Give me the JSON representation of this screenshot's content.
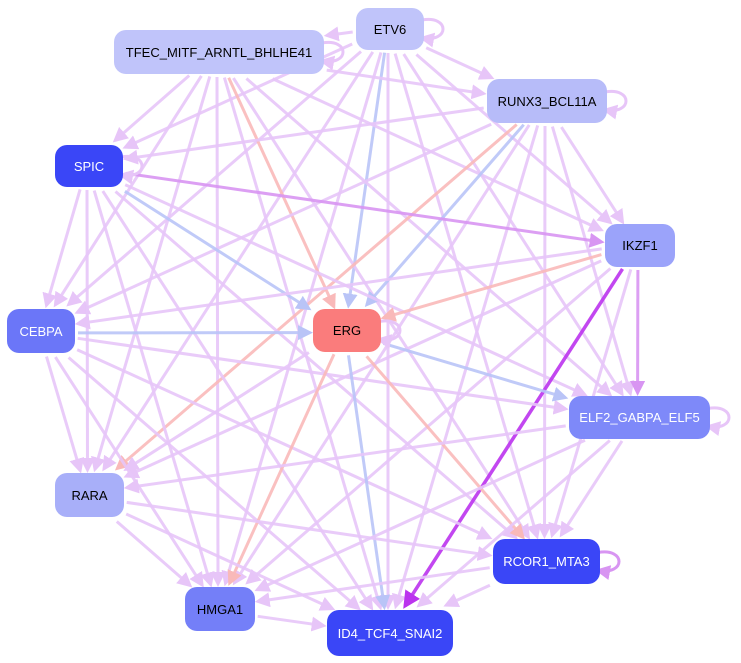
{
  "nodes": [
    {
      "id": "etv6",
      "label": "ETV6",
      "fill": "#c0c4fa",
      "text": "#000000"
    },
    {
      "id": "tfec",
      "label": "TFEC_MITF_ARNTL_BHLHE41",
      "fill": "#c0c4fa",
      "text": "#000000"
    },
    {
      "id": "runx3",
      "label": "RUNX3_BCL11A",
      "fill": "#b7bcf9",
      "text": "#000000"
    },
    {
      "id": "spic",
      "label": "SPIC",
      "fill": "#3a46f7",
      "text": "#ffffff"
    },
    {
      "id": "ikzf1",
      "label": "IKZF1",
      "fill": "#9ba3fa",
      "text": "#000000"
    },
    {
      "id": "cebpa",
      "label": "CEBPA",
      "fill": "#6b76f8",
      "text": "#ffffff"
    },
    {
      "id": "erg",
      "label": "ERG",
      "fill": "#fa7c7c",
      "text": "#000000"
    },
    {
      "id": "elf2",
      "label": "ELF2_GABPA_ELF5",
      "fill": "#7e89f9",
      "text": "#ffffff"
    },
    {
      "id": "rara",
      "label": "RARA",
      "fill": "#a8aff9",
      "text": "#000000"
    },
    {
      "id": "rcor1",
      "label": "RCOR1_MTA3",
      "fill": "#3a46f7",
      "text": "#ffffff"
    },
    {
      "id": "hmga1",
      "label": "HMGA1",
      "fill": "#747ff8",
      "text": "#000000"
    },
    {
      "id": "id4",
      "label": "ID4_TCF4_SNAI2",
      "fill": "#3a46f7",
      "text": "#ffffff"
    }
  ],
  "colors": {
    "edge_default": "#e7c5f8",
    "edge_red": "#f9b9b9",
    "edge_blue": "#b9c4f7",
    "edge_strong": "#bb33ee",
    "edge_medium": "#d895f2"
  },
  "edges": [
    [
      "etv6",
      "tfec",
      "default"
    ],
    [
      "etv6",
      "runx3",
      "default"
    ],
    [
      "etv6",
      "spic",
      "default"
    ],
    [
      "etv6",
      "ikzf1",
      "default"
    ],
    [
      "etv6",
      "cebpa",
      "default"
    ],
    [
      "etv6",
      "erg",
      "blue"
    ],
    [
      "etv6",
      "elf2",
      "default"
    ],
    [
      "etv6",
      "rara",
      "default"
    ],
    [
      "etv6",
      "rcor1",
      "default"
    ],
    [
      "etv6",
      "hmga1",
      "default"
    ],
    [
      "etv6",
      "id4",
      "default"
    ],
    [
      "tfec",
      "runx3",
      "default"
    ],
    [
      "tfec",
      "spic",
      "default"
    ],
    [
      "tfec",
      "ikzf1",
      "default"
    ],
    [
      "tfec",
      "cebpa",
      "default"
    ],
    [
      "tfec",
      "erg",
      "red"
    ],
    [
      "tfec",
      "elf2",
      "default"
    ],
    [
      "tfec",
      "rara",
      "default"
    ],
    [
      "tfec",
      "rcor1",
      "default"
    ],
    [
      "tfec",
      "hmga1",
      "default"
    ],
    [
      "tfec",
      "id4",
      "default"
    ],
    [
      "runx3",
      "spic",
      "default"
    ],
    [
      "runx3",
      "ikzf1",
      "default"
    ],
    [
      "runx3",
      "cebpa",
      "default"
    ],
    [
      "runx3",
      "erg",
      "blue"
    ],
    [
      "runx3",
      "elf2",
      "default"
    ],
    [
      "runx3",
      "rara",
      "red"
    ],
    [
      "runx3",
      "rcor1",
      "default"
    ],
    [
      "runx3",
      "hmga1",
      "default"
    ],
    [
      "runx3",
      "id4",
      "default"
    ],
    [
      "spic",
      "ikzf1",
      "medium"
    ],
    [
      "spic",
      "cebpa",
      "default"
    ],
    [
      "spic",
      "erg",
      "blue"
    ],
    [
      "spic",
      "elf2",
      "default"
    ],
    [
      "spic",
      "rara",
      "default"
    ],
    [
      "spic",
      "rcor1",
      "default"
    ],
    [
      "spic",
      "hmga1",
      "default"
    ],
    [
      "spic",
      "id4",
      "default"
    ],
    [
      "ikzf1",
      "cebpa",
      "default"
    ],
    [
      "ikzf1",
      "erg",
      "red"
    ],
    [
      "ikzf1",
      "elf2",
      "medium"
    ],
    [
      "ikzf1",
      "rara",
      "default"
    ],
    [
      "ikzf1",
      "rcor1",
      "default"
    ],
    [
      "ikzf1",
      "hmga1",
      "default"
    ],
    [
      "ikzf1",
      "id4",
      "strong"
    ],
    [
      "cebpa",
      "erg",
      "blue"
    ],
    [
      "cebpa",
      "elf2",
      "default"
    ],
    [
      "cebpa",
      "rara",
      "default"
    ],
    [
      "cebpa",
      "rcor1",
      "default"
    ],
    [
      "cebpa",
      "hmga1",
      "default"
    ],
    [
      "cebpa",
      "id4",
      "default"
    ],
    [
      "erg",
      "elf2",
      "blue"
    ],
    [
      "erg",
      "rara",
      "default"
    ],
    [
      "erg",
      "rcor1",
      "red"
    ],
    [
      "erg",
      "hmga1",
      "red"
    ],
    [
      "erg",
      "id4",
      "blue"
    ],
    [
      "elf2",
      "rara",
      "default"
    ],
    [
      "elf2",
      "rcor1",
      "default"
    ],
    [
      "elf2",
      "hmga1",
      "default"
    ],
    [
      "elf2",
      "id4",
      "default"
    ],
    [
      "rara",
      "rcor1",
      "default"
    ],
    [
      "rara",
      "hmga1",
      "default"
    ],
    [
      "rara",
      "id4",
      "default"
    ],
    [
      "rcor1",
      "hmga1",
      "default"
    ],
    [
      "rcor1",
      "id4",
      "default"
    ],
    [
      "hmga1",
      "id4",
      "default"
    ]
  ],
  "self_loops": [
    "etv6",
    "tfec",
    "runx3",
    "spic",
    "erg",
    "elf2",
    "rcor1"
  ]
}
